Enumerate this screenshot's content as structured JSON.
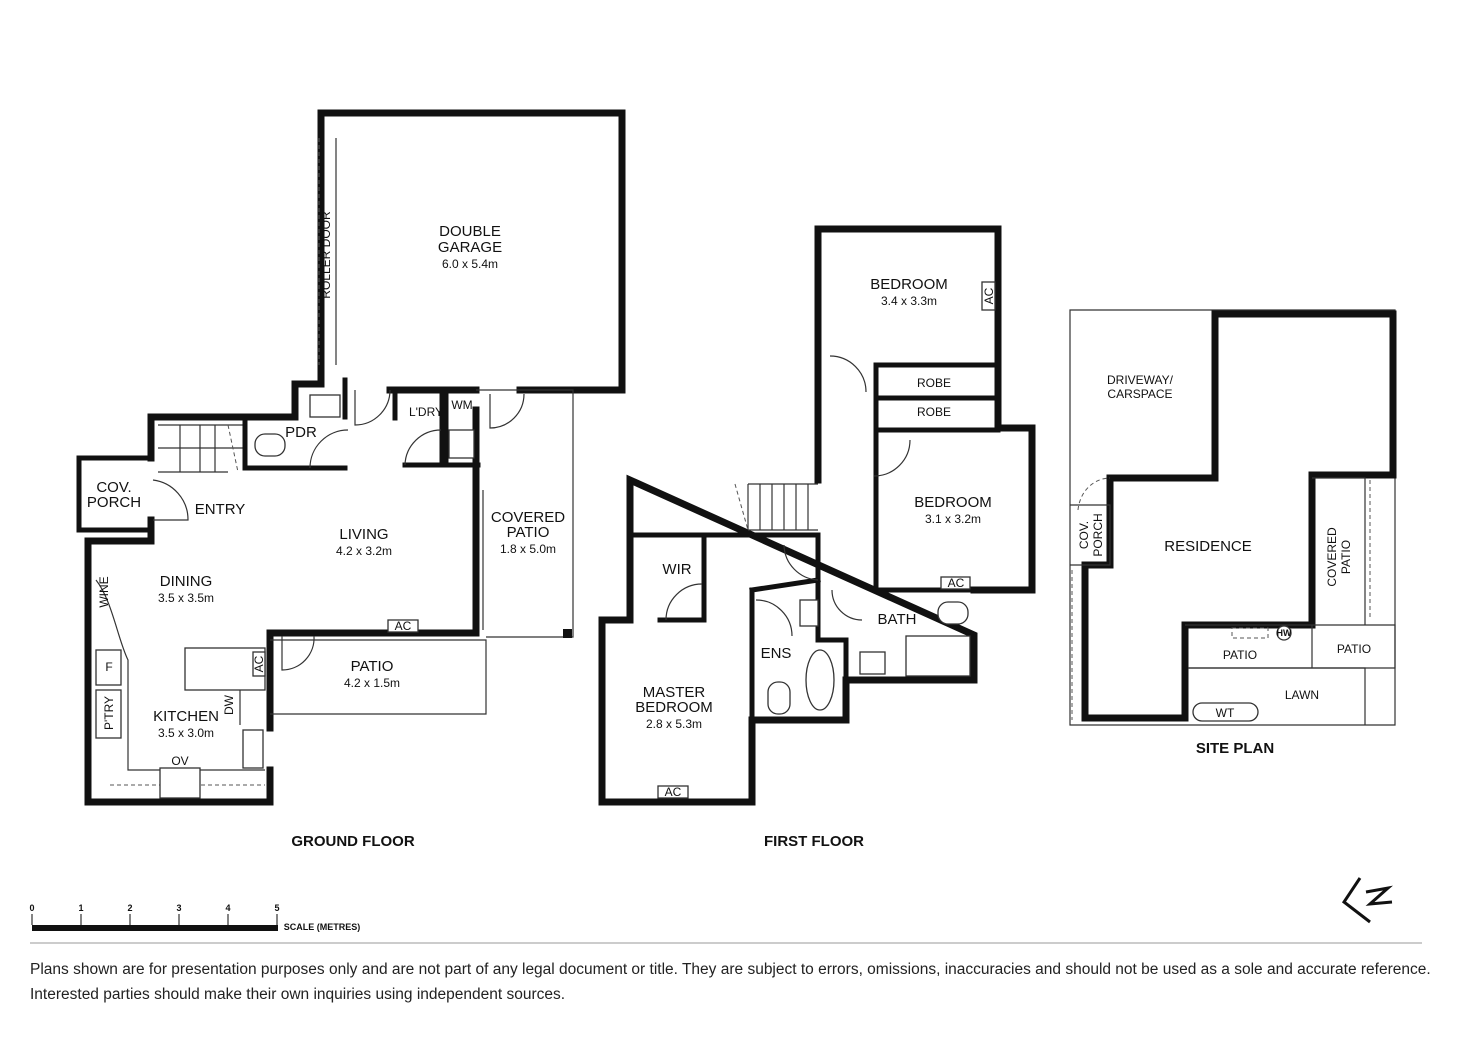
{
  "ground_floor": {
    "title": "GROUND FLOOR",
    "rooms": {
      "garage": {
        "name_line1": "DOUBLE",
        "name_line2": "GARAGE",
        "dims": "6.0 x 5.4m"
      },
      "roller_door": "ROLLER DOOR",
      "pdr": "PDR",
      "laundry": "L'DRY",
      "wm": "WM",
      "cov_porch_line1": "COV.",
      "cov_porch_line2": "PORCH",
      "entry": "ENTRY",
      "living": {
        "name": "LIVING",
        "dims": "4.2 x 3.2m"
      },
      "covered_patio": {
        "name_line1": "COVERED",
        "name_line2": "PATIO",
        "dims": "1.8 x 5.0m"
      },
      "dining": {
        "name": "DINING",
        "dims": "3.5 x 3.5m"
      },
      "wine": "WINE",
      "fridge": "F",
      "pantry": "P'TRY",
      "kitchen": {
        "name": "KITCHEN",
        "dims": "3.5 x 3.0m"
      },
      "dw": "DW",
      "oven": "OV",
      "ac_living": "AC",
      "ac_kitchen": "AC",
      "patio": {
        "name": "PATIO",
        "dims": "4.2 x 1.5m"
      }
    }
  },
  "first_floor": {
    "title": "FIRST FLOOR",
    "rooms": {
      "bedroom1": {
        "name": "BEDROOM",
        "dims": "3.4 x 3.3m"
      },
      "ac_bed1": "AC",
      "robe1": "ROBE",
      "robe2": "ROBE",
      "bedroom2": {
        "name": "BEDROOM",
        "dims": "3.1 x 3.2m"
      },
      "ac_bed2": "AC",
      "wir": "WIR",
      "master": {
        "name_line1": "MASTER",
        "name_line2": "BEDROOM",
        "dims": "2.8 x 5.3m"
      },
      "ac_master": "AC",
      "ens": "ENS",
      "bath": "BATH"
    }
  },
  "site_plan": {
    "title": "SITE PLAN",
    "driveway_line1": "DRIVEWAY/",
    "driveway_line2": "CARSPACE",
    "cov_porch_line1": "COV.",
    "cov_porch_line2": "PORCH",
    "residence": "RESIDENCE",
    "covered_patio_line1": "COVERED",
    "covered_patio_line2": "PATIO",
    "patio_left": "PATIO",
    "patio_right": "PATIO",
    "hw": "HW",
    "lawn": "LAWN",
    "wt": "WT"
  },
  "scale": {
    "ticks": [
      "0",
      "1",
      "2",
      "3",
      "4",
      "5"
    ],
    "label": "SCALE (METRES)"
  },
  "disclaimer": "Plans shown are for presentation purposes only and are not part of any legal document or title. They are subject to errors, omissions, inaccuracies and should not be used as a sole and accurate reference. Interested parties should make their own inquiries using independent sources."
}
